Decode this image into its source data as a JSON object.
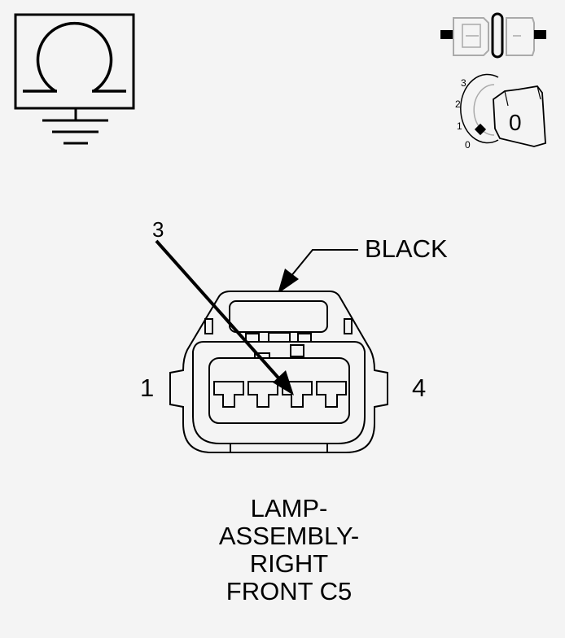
{
  "connector": {
    "color_label": "BLACK",
    "pin_left": "1",
    "pin_right": "4",
    "pin_callout": "3",
    "name_lines": [
      "LAMP-",
      "ASSEMBLY-",
      "RIGHT",
      "FRONT C5"
    ]
  },
  "key_switch": {
    "positions": [
      "3",
      "2",
      "1",
      "0"
    ],
    "key_label": "0"
  },
  "icons": {
    "ground": "ohmmeter-ground-icon",
    "connector_view": "connector-disconnect-icon",
    "ignition": "ignition-key-icon"
  },
  "colors": {
    "background": "#f4f4f4",
    "ink": "#000000",
    "icon_gray": "#999999"
  }
}
